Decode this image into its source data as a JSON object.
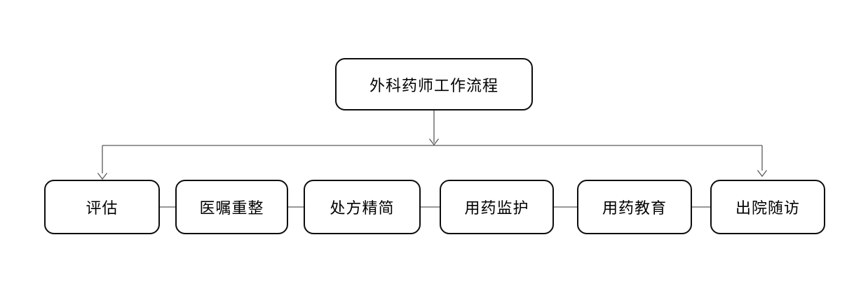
{
  "diagram": {
    "title": "外科药师工作流程",
    "root": {
      "label": "外科药师工作流程"
    },
    "steps": [
      {
        "label": "评估"
      },
      {
        "label": "医嘱重整"
      },
      {
        "label": "处方精简"
      },
      {
        "label": "用药监护"
      },
      {
        "label": "用药教育"
      },
      {
        "label": "出院随访"
      }
    ],
    "flow": {
      "from": "外科药师工作流程",
      "branches_to": [
        "评估",
        "出院随访"
      ],
      "sequence": [
        "评估",
        "医嘱重整",
        "处方精简",
        "用药监护",
        "用药教育",
        "出院随访"
      ]
    },
    "colors": {
      "background": "#ffffff",
      "node_border": "#0d0d0d",
      "node_fill": "#ffffff",
      "connector": "#5a5a5a",
      "text": "#000000"
    }
  }
}
